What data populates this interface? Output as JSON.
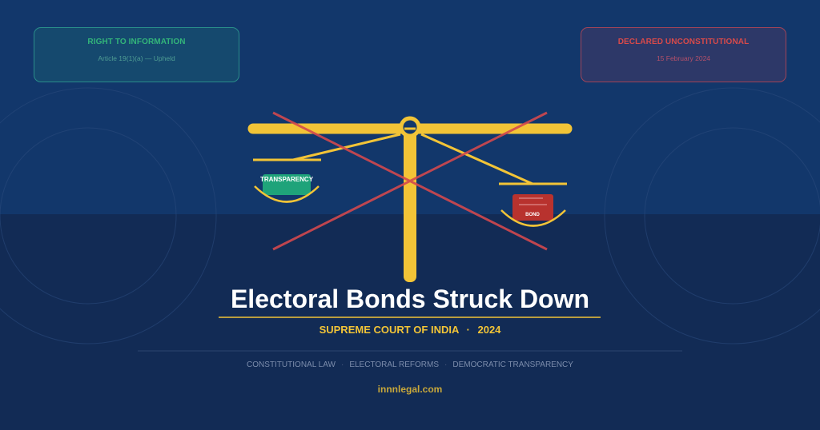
{
  "cards": {
    "left": {
      "title": "RIGHT TO INFORMATION",
      "subtitle": "Article 19(1)(a) — Upheld"
    },
    "right": {
      "title": "DECLARED UNCONSTITUTIONAL",
      "subtitle": "15 February 2024"
    }
  },
  "scale": {
    "left_label": "TRANSPARENCY",
    "right_label": "BOND"
  },
  "title": "Electoral Bonds Struck Down",
  "subtitle": {
    "court": "SUPREME COURT OF INDIA",
    "separator": "·",
    "year": "2024"
  },
  "tags": [
    "CONSTITUTIONAL LAW",
    "ELECTORAL REFORMS",
    "DEMOCRATIC TRANSPARENCY"
  ],
  "site": "innnlegal.com",
  "colors": {
    "gold": "#f2c437",
    "green": "#1fa37a",
    "red": "#b8322e",
    "cross": "#d2484e"
  }
}
